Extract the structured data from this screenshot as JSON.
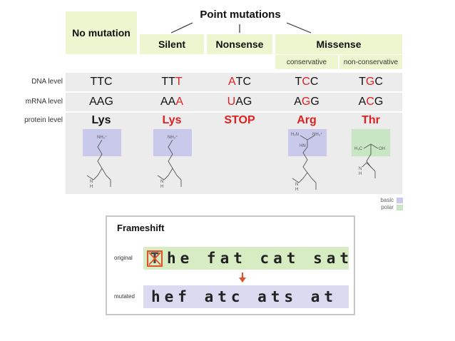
{
  "header": {
    "point_mutations": "Point mutations",
    "no_mutation": "No mutation",
    "silent": "Silent",
    "nonsense": "Nonsense",
    "missense": "Missense",
    "conservative": "conservative",
    "non_conservative": "non-conservative"
  },
  "row_labels": {
    "dna": "DNA level",
    "mrna": "mRNA level",
    "protein": "protein level"
  },
  "columns": [
    {
      "id": "no-mutation",
      "dna": [
        "TTC",
        "",
        ""
      ],
      "mrna": [
        "AAG",
        "",
        ""
      ],
      "protein": "Lys",
      "protein_red": false,
      "residue": "lys"
    },
    {
      "id": "silent",
      "dna": [
        "TT",
        "T",
        ""
      ],
      "mrna": [
        "AA",
        "A",
        ""
      ],
      "protein": "Lys",
      "protein_red": true,
      "residue": "lys"
    },
    {
      "id": "nonsense",
      "dna": [
        "",
        "A",
        "TC"
      ],
      "mrna": [
        "",
        "U",
        "AG"
      ],
      "protein": "STOP",
      "protein_red": true,
      "residue": ""
    },
    {
      "id": "conservative",
      "dna": [
        "T",
        "C",
        "C"
      ],
      "mrna": [
        "A",
        "G",
        "G"
      ],
      "protein": "Arg",
      "protein_red": true,
      "residue": "arg"
    },
    {
      "id": "non-conservative",
      "dna": [
        "T",
        "G",
        "C"
      ],
      "mrna": [
        "A",
        "C",
        "G"
      ],
      "protein": "Thr",
      "protein_red": true,
      "residue": "thr"
    }
  ],
  "structure_labels": {
    "nh3": "NH₃⁺",
    "h2n": "H₂N",
    "hn": "HN",
    "h3c": "H₃C",
    "oh": "OH",
    "h": "H",
    "n": "N"
  },
  "legend": {
    "basic": "basic",
    "polar": "polar",
    "basic_color": "#c9c9ec",
    "polar_color": "#c9e6c4"
  },
  "frameshift": {
    "title": "Frameshift",
    "original_label": "original",
    "mutated_label": "mutated",
    "deleted_letter": "T",
    "original_text": "he fat cat sat",
    "mutated_text": "hef atc ats at",
    "original_color": "#d8ecc4",
    "mutated_color": "#dcdaf0",
    "accent_color": "#e0502a"
  }
}
